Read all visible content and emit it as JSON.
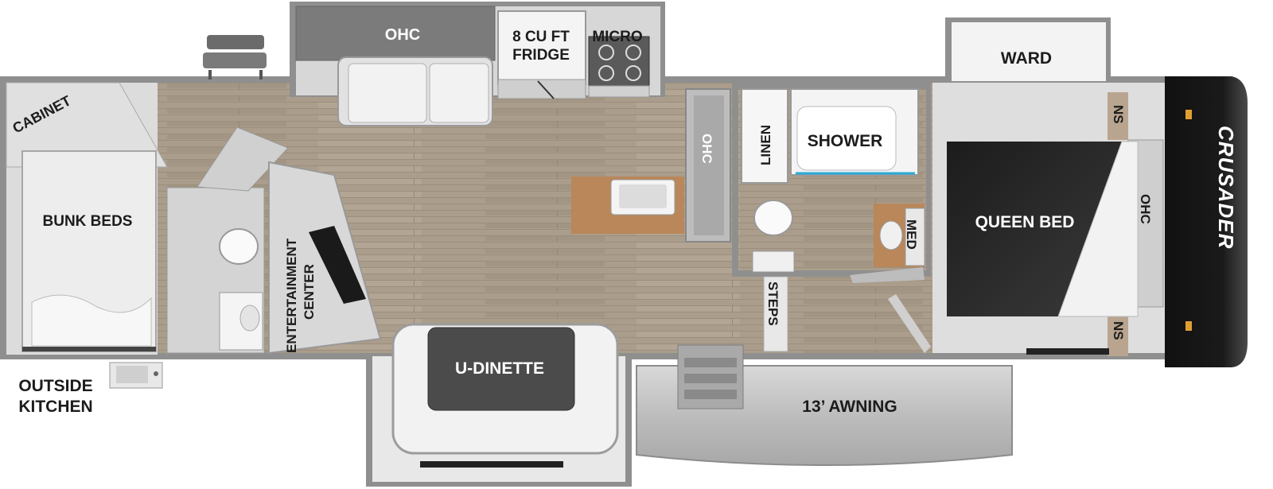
{
  "floorplan": {
    "brand": "CRUSADER",
    "rooms": {
      "bunk_beds": "BUNK BEDS",
      "cabinet": "CABINET",
      "outside_kitchen_line1": "OUTSIDE",
      "outside_kitchen_line2": "KITCHEN",
      "entertainment_line1": "ENTERTAINMENT",
      "entertainment_line2": "CENTER",
      "ohc_top": "OHC",
      "fridge_line1": "8 CU FT",
      "fridge_line2": "FRIDGE",
      "micro": "MICRO",
      "ohc_island": "OHC",
      "u_dinette": "U-DINETTE",
      "linen": "LINEN",
      "shower": "SHOWER",
      "med": "MED",
      "steps": "STEPS",
      "awning": "13’ AWNING",
      "ward": "WARD",
      "queen_bed": "QUEEN BED",
      "ohc_front": "OHC",
      "ns_top": "NS",
      "ns_bottom": "NS"
    }
  },
  "colors": {
    "wall": "#8f8f8f",
    "floor": "#a89a88",
    "cabinet_gray": "#c9c9c9",
    "light_gray": "#e6e6e6",
    "bed_black": "#2a2a2a",
    "cap_black": "#111111",
    "wood_counter": "#b9875a",
    "water_blue": "#2aa9d6"
  }
}
